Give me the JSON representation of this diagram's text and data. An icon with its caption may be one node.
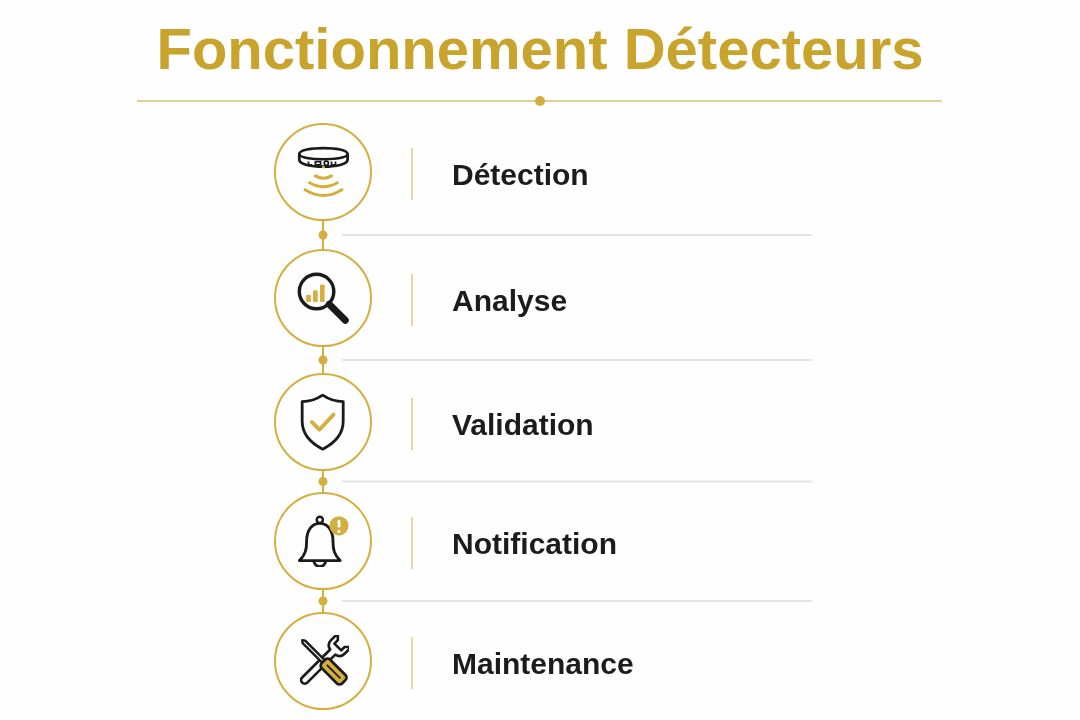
{
  "diagram": {
    "title": "Fonctionnement Détecteurs",
    "nodes": [
      {
        "text": [],
        "shape": "circle",
        "beside": [
          "Détection"
        ]
      },
      {
        "text": [],
        "shape": "circle",
        "beside": [
          "Analyse"
        ]
      },
      {
        "text": [],
        "shape": "circle",
        "beside": [
          "Validation"
        ]
      },
      {
        "text": [],
        "shape": "circle",
        "beside": [
          "Notification"
        ]
      },
      {
        "text": [],
        "shape": "circle",
        "beside": [
          "Maintenance"
        ]
      }
    ],
    "edges": [
      {
        "from": 0,
        "to": 1,
        "arrow": "none"
      },
      {
        "from": 1,
        "to": 2,
        "arrow": "none"
      },
      {
        "from": 2,
        "to": 3,
        "arrow": "none"
      },
      {
        "from": 3,
        "to": 4,
        "arrow": "none"
      }
    ]
  }
}
